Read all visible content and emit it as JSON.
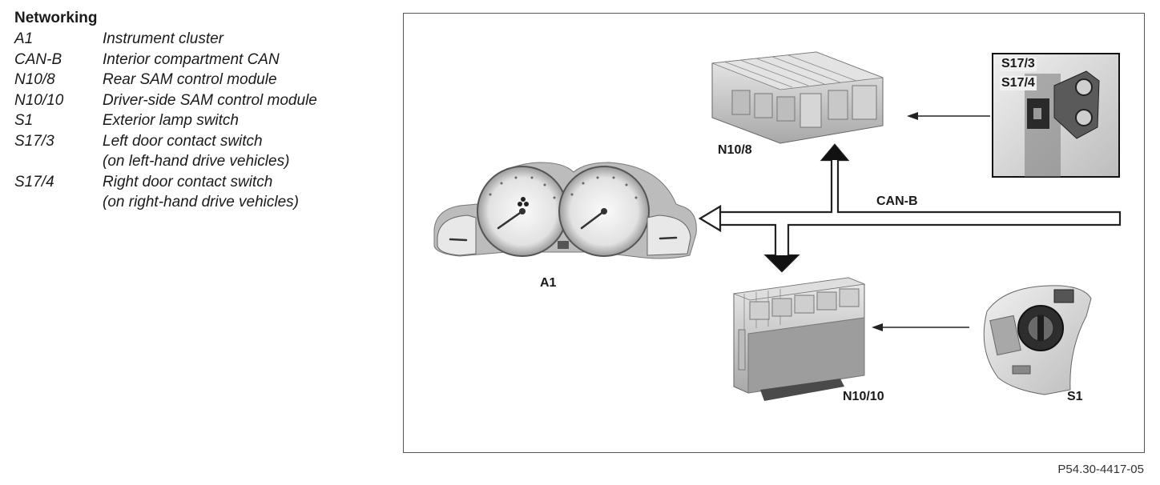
{
  "legend": {
    "title": "Networking",
    "items": [
      {
        "code": "A1",
        "lines": [
          "Instrument cluster"
        ]
      },
      {
        "code": "CAN-B",
        "lines": [
          "Interior compartment CAN"
        ]
      },
      {
        "code": "N10/8",
        "lines": [
          "Rear SAM control module"
        ]
      },
      {
        "code": "N10/10",
        "lines": [
          "Driver-side SAM control module"
        ]
      },
      {
        "code": "S1",
        "lines": [
          "Exterior lamp switch"
        ]
      },
      {
        "code": "S17/3",
        "lines": [
          "Left door contact switch",
          "(on left-hand drive vehicles)"
        ]
      },
      {
        "code": "S17/4",
        "lines": [
          "Right door contact switch",
          "(on right-hand drive vehicles)"
        ]
      }
    ]
  },
  "diagram": {
    "labels": {
      "n10_8": "N10/8",
      "n10_10": "N10/10",
      "a1": "A1",
      "s1": "S1",
      "can_b": "CAN-B",
      "s17_3": "S17/3",
      "s17_4": "S17/4"
    },
    "colors": {
      "frame": "#555555",
      "line": "#222222",
      "module_fill": "#cfcfcf",
      "module_dark": "#8a8a8a",
      "photo_bg": "#e6e6e6"
    }
  },
  "figure_id": "P54.30-4417-05"
}
